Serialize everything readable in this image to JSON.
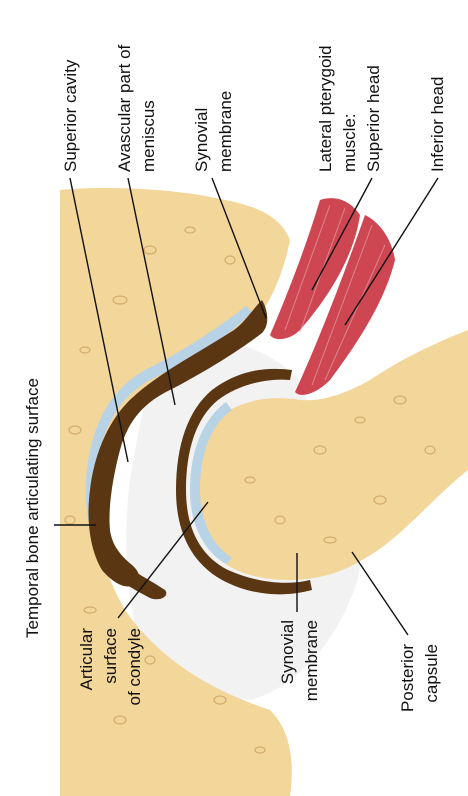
{
  "labels": {
    "temporal_bone": "Temporal bone articulating surface",
    "superior_cavity": "Superior cavity",
    "avascular_1": "Avascular part of",
    "avascular_2": "meniscus",
    "synovial_top_1": "Synovial",
    "synovial_top_2": "membrane",
    "lateral_1": "Lateral pterygoid",
    "lateral_2": "muscle:",
    "superior_head": "Superior head",
    "inferior_head": "Inferior head",
    "articular_1": "Articular",
    "articular_2": "surface",
    "articular_3": "of condyle",
    "synovial_bottom_1": "Synovial",
    "synovial_bottom_2": "membrane",
    "posterior_1": "Posterior",
    "posterior_2": "capsule"
  },
  "colors": {
    "bone": "#f3d69a",
    "cartilage": "#b9d3e6",
    "meniscus": "#5a3612",
    "muscle": "#c8323f",
    "capsule": "#eeeeee",
    "text": "#111111"
  }
}
